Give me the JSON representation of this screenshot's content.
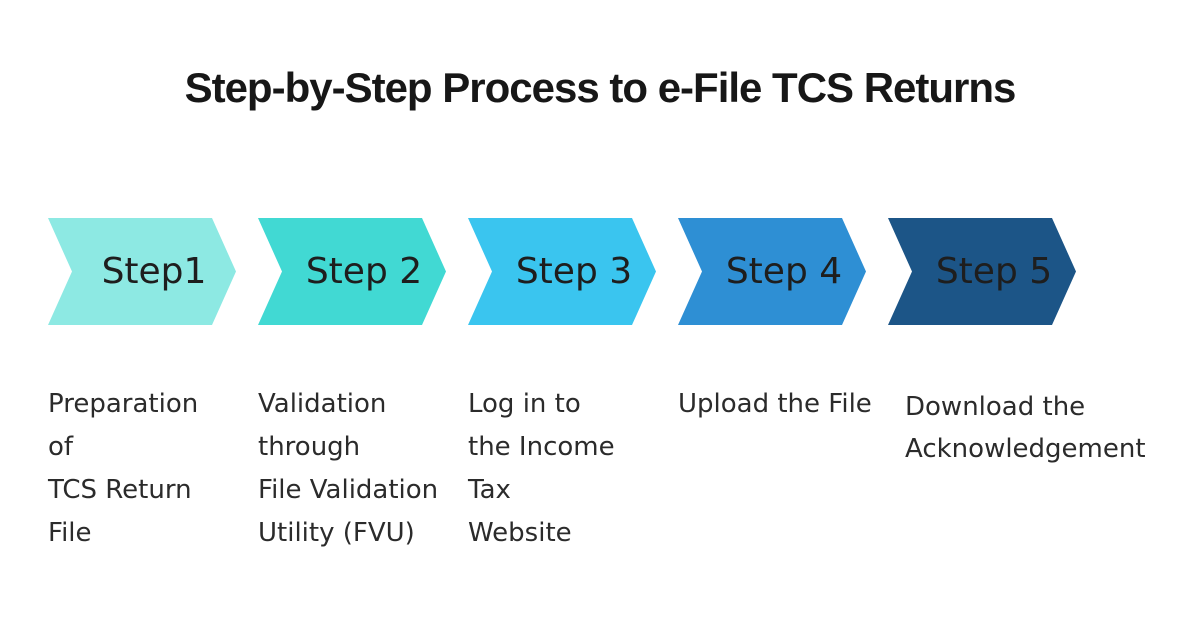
{
  "title": "Step-by-Step Process to e-File TCS Returns",
  "background_color": "#ffffff",
  "title_color": "#171717",
  "step_label_color": "#1e1e1e",
  "description_color": "#2b2b2b",
  "steps": [
    {
      "label": "Step1",
      "color": "#8DE9E3",
      "description": "Preparation\nof\nTCS Return\nFile"
    },
    {
      "label": "Step 2",
      "color": "#41D9D3",
      "description": "Validation\nthrough\nFile Validation\nUtility (FVU)"
    },
    {
      "label": "Step 3",
      "color": "#3AC5EF",
      "description": "Log in to\nthe Income\nTax\nWebsite"
    },
    {
      "label": "Step 4",
      "color": "#2E8FD4",
      "description": "Upload the File"
    },
    {
      "label": "Step 5",
      "color": "#1C5587",
      "description": "Download the\nAcknowledgement"
    }
  ]
}
